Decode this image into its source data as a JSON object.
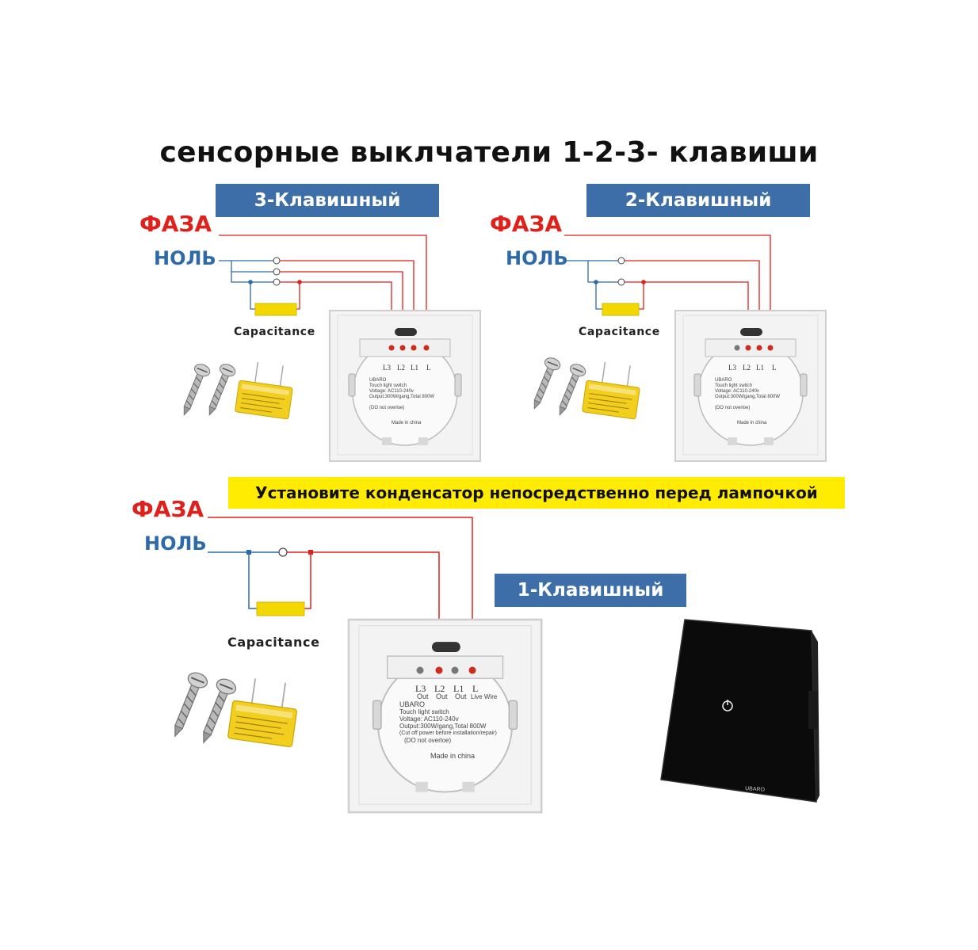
{
  "title": "сенсорные выклчатели 1-2-3- клавиши",
  "banner": "Установите конденсатор непосредственно перед лампочкой",
  "capacitance_label": "Capacitance",
  "phase_label": "ФАЗА",
  "neutral_label": "НОЛЬ",
  "switches": {
    "three": {
      "label": "3-Клавишный"
    },
    "two": {
      "label": "2-Клавишный"
    },
    "one": {
      "label": "1-Клавишный"
    }
  },
  "panel": {
    "terminals": [
      "L3",
      "L2",
      "L1",
      "L"
    ],
    "terminal_sub": [
      "Out",
      "Out",
      "Out",
      "Live Wire"
    ],
    "brand": "UBARO",
    "spec_lines": [
      "Touch light switch",
      "Voltage: AC110-240v",
      "Output:300W/gang,Total 800W",
      "(Cut off power before installation/repair)",
      "(DO not overloe)"
    ],
    "made_in": "Made  in  china"
  },
  "glass_brand": "UBARO",
  "colors": {
    "phase": "#e0211b",
    "neutral": "#2f6aa8",
    "tag_bg": "#3d6ea8",
    "banner_bg": "#ffec00",
    "capacitor": "#f2d800"
  }
}
